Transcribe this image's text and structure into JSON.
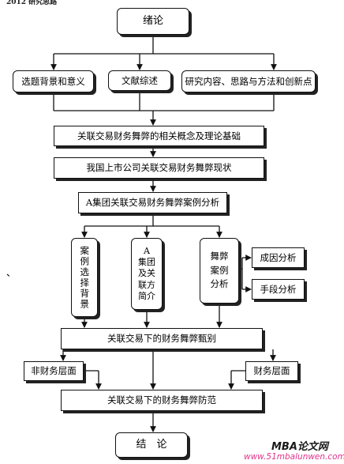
{
  "header_note": "2012 研究思路",
  "nodes": {
    "intro": "绪论",
    "background": "选题背景和意义",
    "review": "文献综述",
    "content": "研究内容、思路与方法和创新点",
    "theory": "关联交易财务舞弊的相关概念及理论基础",
    "status": "我国上市公司关联交易财务舞弊现状",
    "case_analysis": "A集团关联交易财务舞弊案例分析",
    "case_selection": "案例选择背景",
    "group_intro_lines": [
      "A",
      "集团",
      "及关",
      "联方",
      "简介"
    ],
    "fraud_case": "舞弊案例分析",
    "cause": "成因分析",
    "means": "手段分析",
    "identify": "关联交易下的财务舞弊甄别",
    "non_financial": "非财务层面",
    "financial": "财务层面",
    "prevent": "关联交易下的财务舞弊防范",
    "conclusion": "结　论"
  },
  "stray_mark": "、",
  "watermark": {
    "brand": "MBA论文网",
    "url": "www.51mbalunwen.com"
  }
}
